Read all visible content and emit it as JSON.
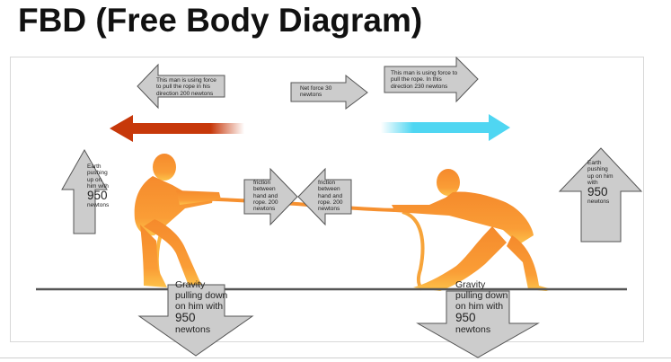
{
  "title": "FBD (Free Body Diagram)",
  "colors": {
    "left_force_arrow": "#c7380a",
    "right_force_arrow": "#4fd6f2",
    "figures": "#f7962e",
    "callout_fill": "#cccccc",
    "callout_stroke": "#555555",
    "ground": "#555555"
  },
  "callouts": {
    "left_force": "This man is using force to pull the rope in his direction 200 newtons",
    "net_force": "Net force 30 newtons",
    "right_force": "This man is using force to pull the rope. In this direction 230 newtons",
    "friction_left": "friction between hand and rope. 200 newtons",
    "friction_right": "friction between hand and rope. 200 newtons",
    "earth_left": {
      "text": "Earth pushing up on him with",
      "value": "950",
      "unit": "newtons"
    },
    "earth_right": {
      "text": "Earth pushing up on him with",
      "value": "950",
      "unit": "newtons"
    },
    "gravity_left": {
      "text": "Gravity pulling down on him with",
      "value": "950",
      "unit": "newtons"
    },
    "gravity_right": {
      "text": "Gravity pulling down on him with",
      "value": "950",
      "unit": "newtons"
    }
  }
}
